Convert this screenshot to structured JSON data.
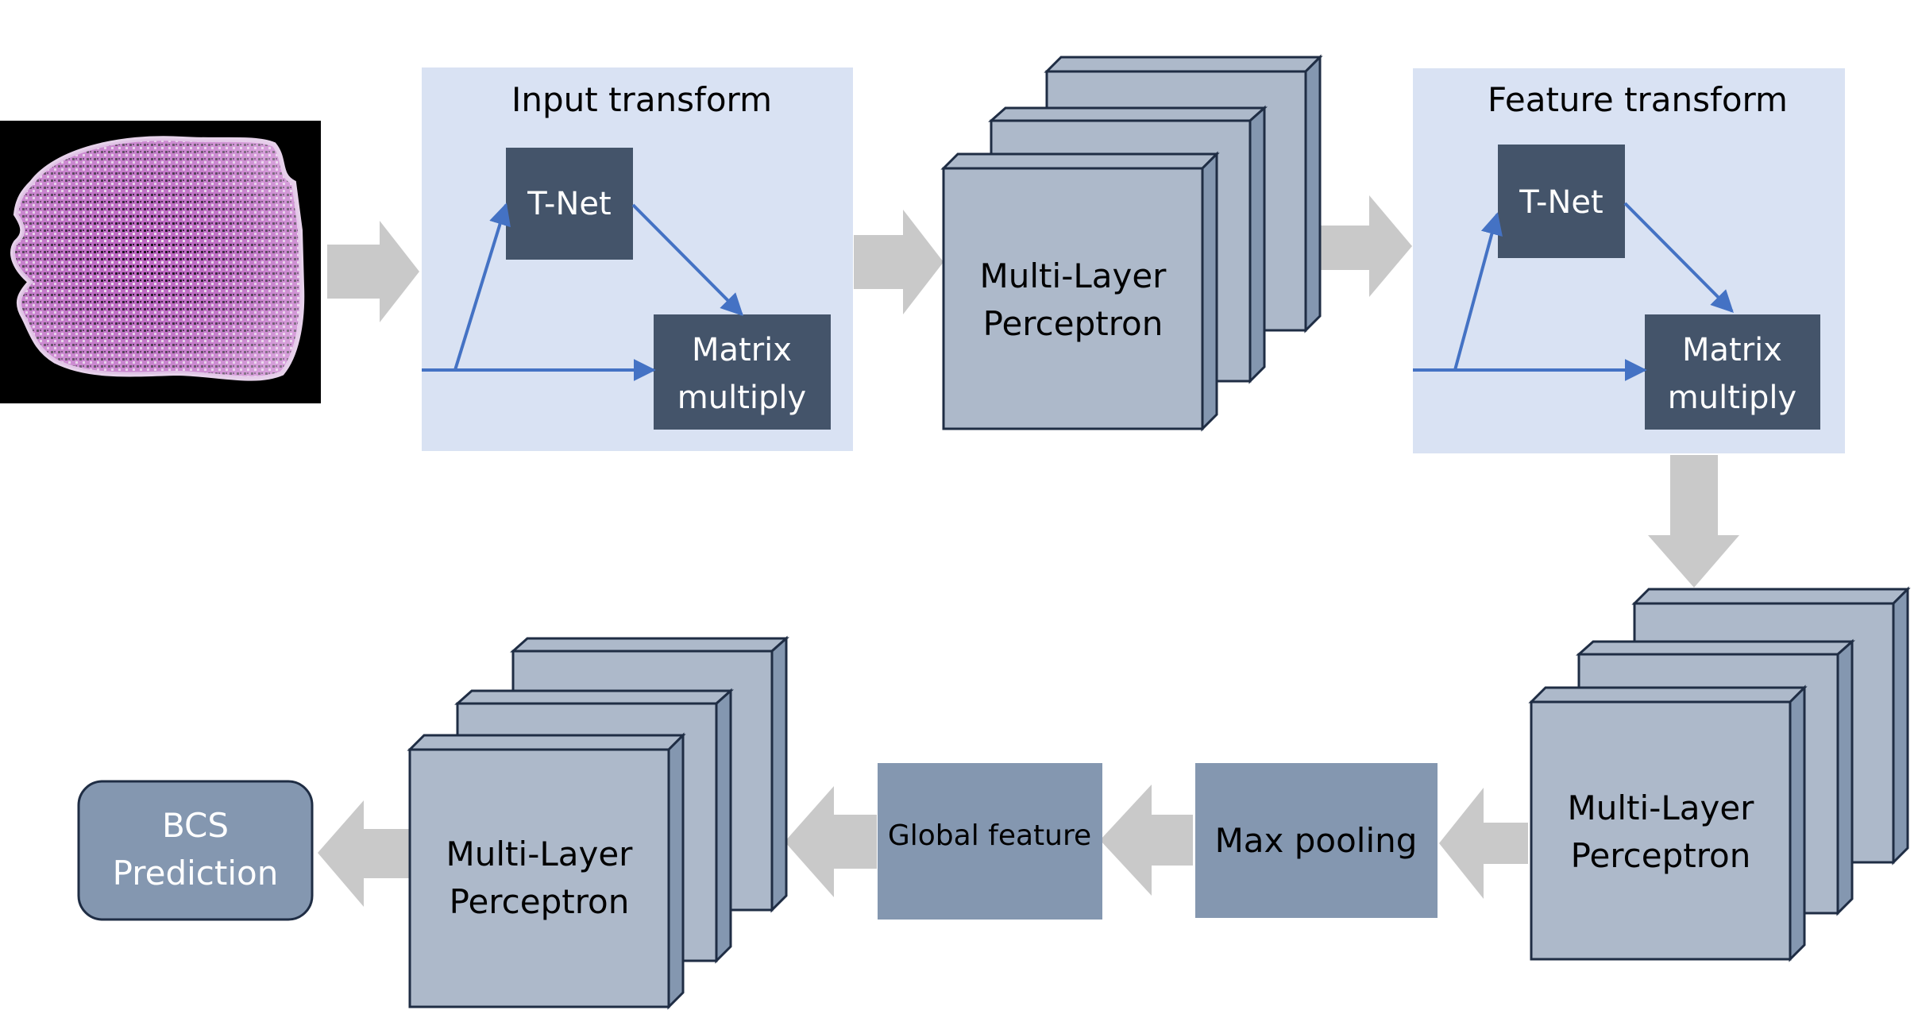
{
  "pointnet": {
    "input_transform_title": "Input transform",
    "feature_transform_title": "Feature transform",
    "tnet_label": "T-Net",
    "matrix_label_line1": "Matrix",
    "matrix_label_line2": "multiply",
    "mlp_line1": "Multi-Layer",
    "mlp_line2": "Perceptron",
    "max_pooling": "Max pooling",
    "global_feature": "Global feature",
    "bcs_line1": "BCS",
    "bcs_line2": "Prediction"
  },
  "colors": {
    "panel_bg": "#d9e2f3",
    "dark_box": "#44546a",
    "layer_front": "#adb9ca",
    "layer_side": "#8497b0",
    "layer_stroke": "#1f2d44",
    "flow_box": "#8497b0",
    "big_arrow": "#c9c9c9",
    "connector": "#4472c4"
  },
  "icons": {
    "point_cloud": "point-cloud-image"
  }
}
